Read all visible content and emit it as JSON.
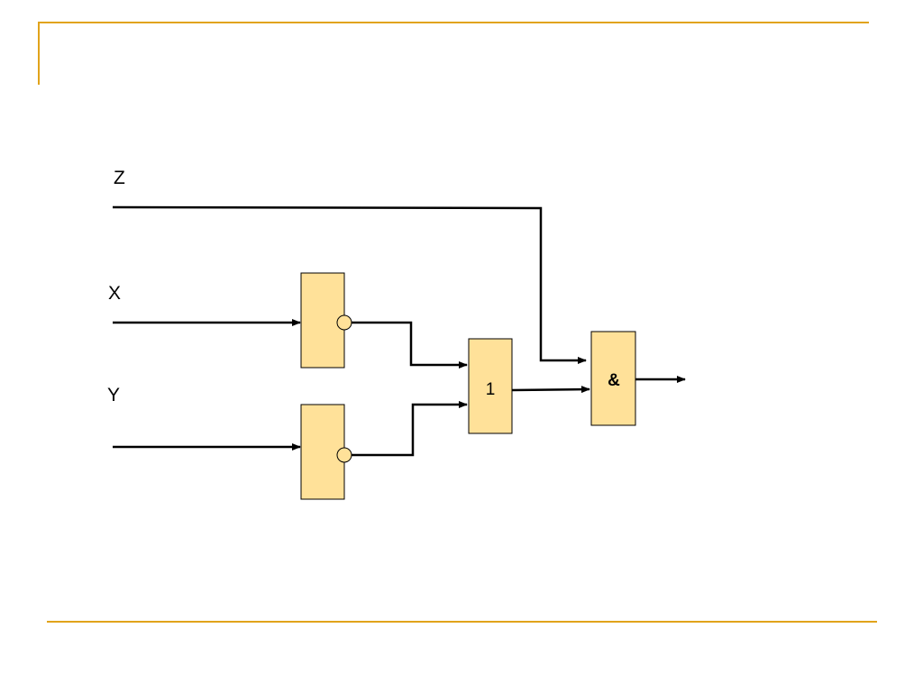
{
  "theme": {
    "accent": "#E1A31B",
    "gate_fill": "#FFE199",
    "wire_color": "#000000"
  },
  "inputs": {
    "z_label": "Z",
    "x_label": "X",
    "y_label": "Y"
  },
  "gates": {
    "not_x": {
      "type": "NOT",
      "symbol": ""
    },
    "not_y": {
      "type": "NOT",
      "symbol": ""
    },
    "or_gate": {
      "type": "OR",
      "symbol": "1"
    },
    "and_gate": {
      "type": "AND",
      "symbol": "&"
    }
  }
}
